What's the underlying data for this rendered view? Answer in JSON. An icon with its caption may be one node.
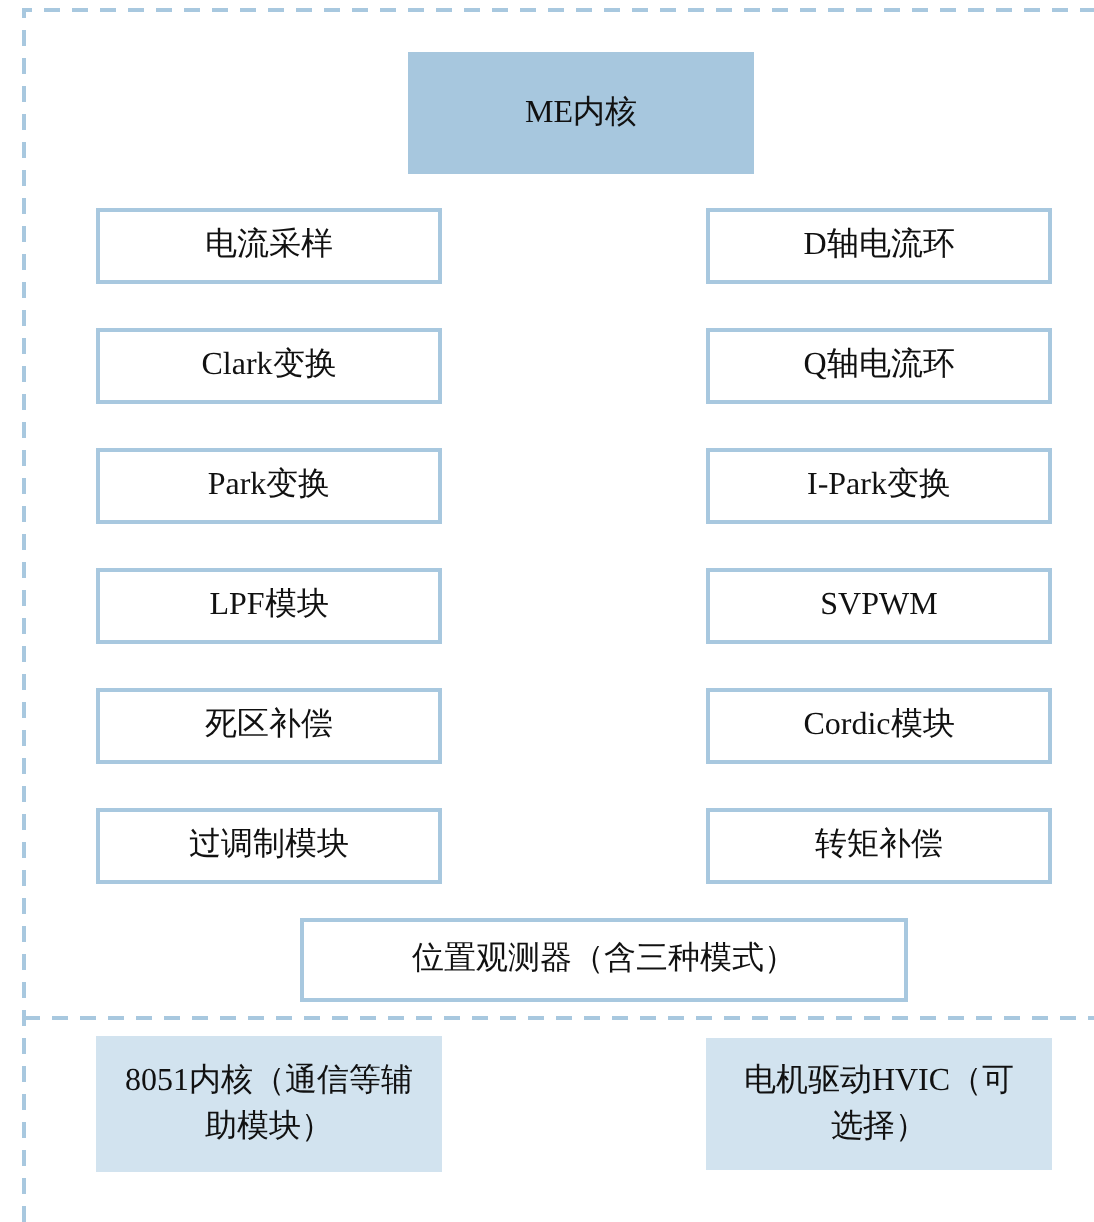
{
  "diagram": {
    "nodes": [
      {
        "text": [
          "ME内核"
        ]
      },
      {
        "text": [
          "电流采样"
        ]
      },
      {
        "text": [
          "D轴电流环"
        ]
      },
      {
        "text": [
          "Clark变换"
        ]
      },
      {
        "text": [
          "Q轴电流环"
        ]
      },
      {
        "text": [
          "Park变换"
        ]
      },
      {
        "text": [
          "I-Park变换"
        ]
      },
      {
        "text": [
          "LPF模块"
        ]
      },
      {
        "text": [
          "SVPWM"
        ]
      },
      {
        "text": [
          "死区补偿"
        ]
      },
      {
        "text": [
          "Cordic模块"
        ]
      },
      {
        "text": [
          "过调制模块"
        ]
      },
      {
        "text": [
          "转矩补偿"
        ]
      },
      {
        "text": [
          "位置观测器（含三种模式）"
        ]
      },
      {
        "text": [
          "8051内核（通信等辅助模块）"
        ]
      },
      {
        "text": [
          "电机驱动HVIC（可选择）"
        ]
      }
    ]
  }
}
